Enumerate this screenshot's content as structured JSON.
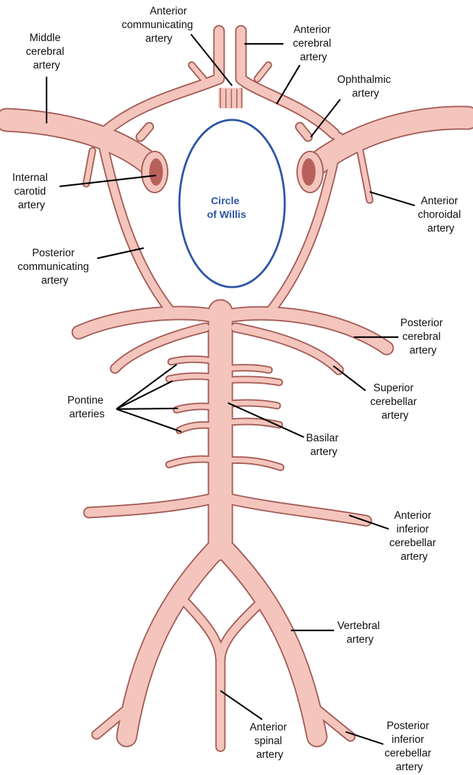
{
  "colors": {
    "vessel_fill": "#f4c5bd",
    "vessel_outline": "#a55e58",
    "lumen": "#b8615a",
    "circle_of_willis": "#2f56a6",
    "leader_line": "#000000",
    "label_text": "#111111"
  },
  "labels": {
    "anterior_communicating": [
      "Anterior",
      "communicating",
      "artery"
    ],
    "anterior_cerebral": [
      "Anterior",
      "cerebral",
      "artery"
    ],
    "middle_cerebral": [
      "Middle",
      "cerebral",
      "artery"
    ],
    "ophthalmic": [
      "Ophthalmic",
      "artery"
    ],
    "internal_carotid": [
      "Internal",
      "carotid",
      "artery"
    ],
    "anterior_choroidal": [
      "Anterior",
      "choroidal",
      "artery"
    ],
    "posterior_communicating": [
      "Posterior",
      "communicating",
      "artery"
    ],
    "posterior_cerebral": [
      "Posterior",
      "cerebral",
      "artery"
    ],
    "superior_cerebellar": [
      "Superior",
      "cerebellar",
      "artery"
    ],
    "pontine": [
      "Pontine",
      "arteries"
    ],
    "basilar": [
      "Basilar",
      "artery"
    ],
    "anterior_inferior_cerebellar": [
      "Anterior",
      "inferior",
      "cerebellar",
      "artery"
    ],
    "vertebral": [
      "Vertebral",
      "artery"
    ],
    "anterior_spinal": [
      "Anterior",
      "spinal",
      "artery"
    ],
    "posterior_inferior_cerebellar": [
      "Posterior",
      "inferior",
      "cerebellar",
      "artery"
    ]
  },
  "circle_label": [
    "Circle",
    "of Willis"
  ]
}
